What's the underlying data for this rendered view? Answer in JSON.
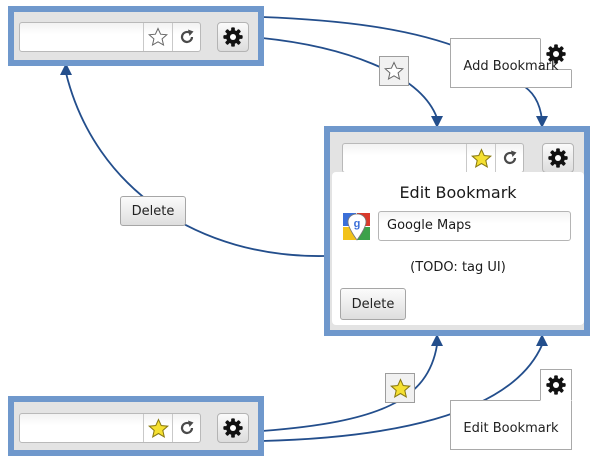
{
  "states": {
    "unstarred": {
      "url_value": "",
      "star_icon": "star-outline-icon",
      "reload_icon": "reload-icon",
      "menu_icon": "gear-icon"
    },
    "starred_editing": {
      "url_value": "",
      "star_icon": "star-filled-icon",
      "reload_icon": "reload-icon",
      "menu_icon": "gear-icon"
    },
    "starred": {
      "url_value": "",
      "star_icon": "star-filled-icon",
      "reload_icon": "reload-icon",
      "menu_icon": "gear-icon"
    }
  },
  "transitions": {
    "add_label": "Add Bookmark",
    "edit_label": "Edit Bookmark",
    "delete_label": "Delete"
  },
  "bubble": {
    "title": "Edit Bookmark",
    "name_value": "Google Maps",
    "todo": "(TODO: tag UI)",
    "delete_label": "Delete",
    "favicon": "google-maps-favicon"
  },
  "colors": {
    "frame": "#6f98cc",
    "arrow": "#234e8c",
    "star_fill": "#f5e031",
    "toolbar_bg": "#e3e3e3"
  }
}
